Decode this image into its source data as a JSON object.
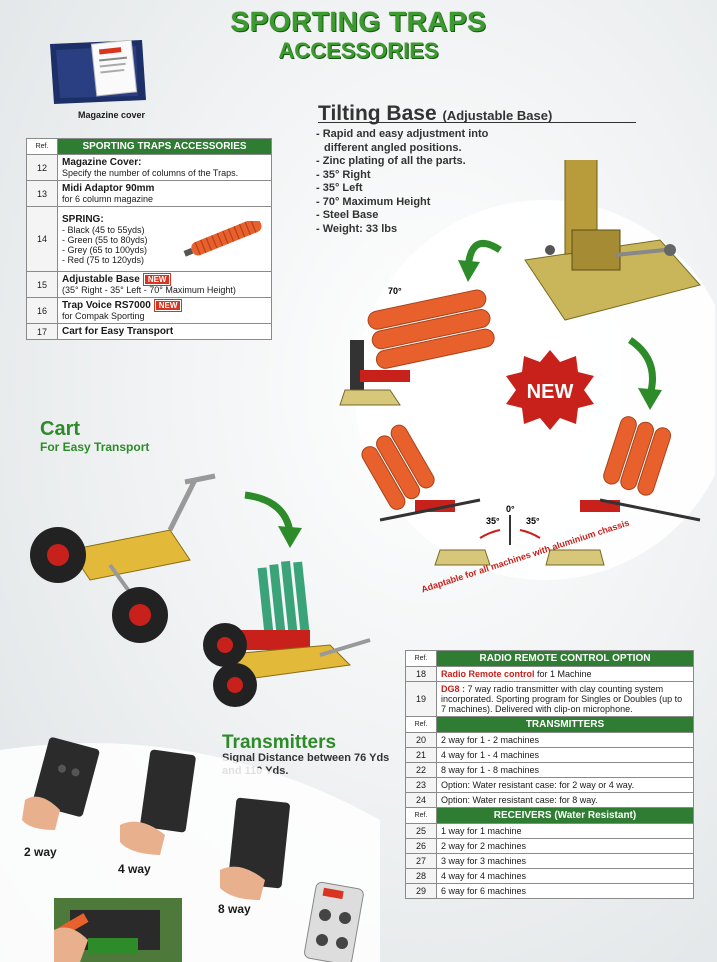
{
  "header": {
    "title": "SPORTING TRAPS",
    "subtitle": "ACCESSORIES"
  },
  "magazine": {
    "caption": "Magazine cover"
  },
  "accessories_table": {
    "ref_header": "Ref.",
    "title": "SPORTING TRAPS ACCESSORIES",
    "rows": [
      {
        "ref": "12",
        "title": "Magazine Cover:",
        "lines": [
          "Specify the number of columns of the Traps."
        ]
      },
      {
        "ref": "13",
        "title": "Midi Adaptor 90mm",
        "lines": [
          "for 6 column magazine"
        ]
      },
      {
        "ref": "14",
        "title": "SPRING:",
        "lines": [
          "- Black (45 to 55yds)",
          "- Green (55 to 80yds)",
          "- Grey (65 to 100yds)",
          "- Red (75 to 120yds)"
        ]
      },
      {
        "ref": "15",
        "title": "Adjustable Base",
        "badge": "NEW",
        "lines": [
          "(35° Right - 35° Left - 70° Maximum Height)"
        ]
      },
      {
        "ref": "16",
        "title": "Trap Voice RS7000",
        "badge": "NEW",
        "lines": [
          "for Compak Sporting"
        ]
      },
      {
        "ref": "17",
        "title": "Cart for Easy Transport",
        "lines": []
      }
    ]
  },
  "tilting": {
    "title": "Tilting Base",
    "subtitle": "(Adjustable Base)",
    "features": [
      "- Rapid and easy adjustment into",
      "   different angled positions.",
      "- Zinc plating of all the parts.",
      "- 35° Right",
      "- 35° Left",
      "- 70° Maximum Height",
      "- Steel Base",
      "- Weight: 33 lbs"
    ],
    "angle_top": "70°",
    "angle_left": "35°",
    "angle_center": "0°",
    "angle_right": "35°",
    "new_badge": "NEW",
    "caption": "Adaptable for all machines with aluminium chassis"
  },
  "cart": {
    "title": "Cart",
    "subtitle": "For Easy Transport"
  },
  "transmitters": {
    "title": "Transmitters",
    "subtitle": "Signal Distance between 76 Yds and 110 Yds.",
    "labels": [
      "2 way",
      "4 way",
      "8 way"
    ]
  },
  "remote_table": {
    "ref_header": "Ref.",
    "sections": [
      {
        "title": "RADIO REMOTE CONTROL OPTION",
        "rows": [
          {
            "ref": "18",
            "red": "Radio Remote control",
            "text": " for 1 Machine"
          },
          {
            "ref": "19",
            "red": "DG8 :",
            "text": " 7 way radio transmitter with clay counting system incorporated. Sporting program for Singles or Doubles (up to 7 machines). Delivered with clip-on microphone."
          }
        ]
      },
      {
        "title": "TRANSMITTERS",
        "rows": [
          {
            "ref": "20",
            "text": "2 way for 1 - 2 machines"
          },
          {
            "ref": "21",
            "text": "4 way for 1 - 4 machines"
          },
          {
            "ref": "22",
            "text": "8 way for 1 - 8 machines"
          },
          {
            "ref": "23",
            "text": "Option: Water resistant case: for 2 way or 4 way."
          },
          {
            "ref": "24",
            "text": "Option: Water resistant case: for 8 way."
          }
        ]
      },
      {
        "title": "RECEIVERS (Water Resistant)",
        "rows": [
          {
            "ref": "25",
            "text": "1 way for 1 machine"
          },
          {
            "ref": "26",
            "text": "2 way for 2 machines"
          },
          {
            "ref": "27",
            "text": "3 way for 3 machines"
          },
          {
            "ref": "28",
            "text": "4 way for 4 machines"
          },
          {
            "ref": "29",
            "text": "6 way for 6 machines"
          }
        ]
      }
    ]
  },
  "colors": {
    "green": "#2e7d32",
    "title_green": "#3c9a2f",
    "orange": "#e8612c",
    "red": "#c8201a"
  }
}
